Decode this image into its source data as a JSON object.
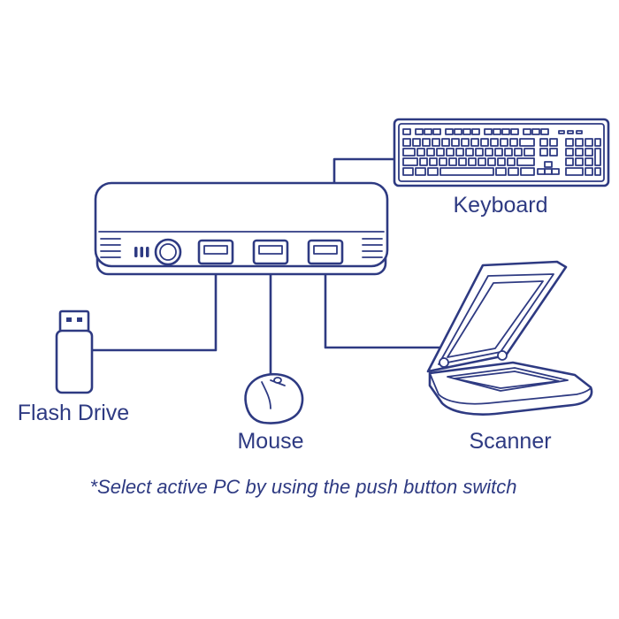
{
  "labels": {
    "keyboard": "Keyboard",
    "flash_drive": "Flash Drive",
    "mouse": "Mouse",
    "scanner": "Scanner"
  },
  "note": "*Select active PC by using the push button switch",
  "colors": {
    "ink": "#2e3a82",
    "background": "#ffffff"
  }
}
